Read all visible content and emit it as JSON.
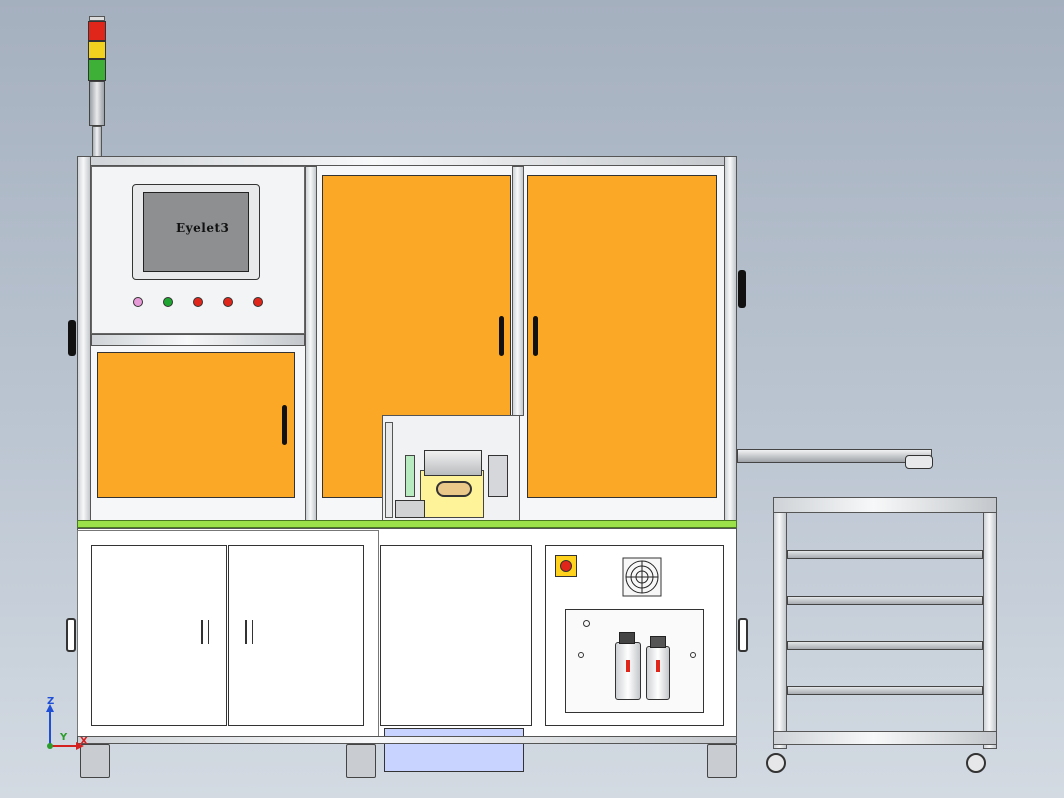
{
  "hmi": {
    "screen_text": "Eyelet3"
  },
  "signal_tower": {
    "lights": [
      {
        "name": "red",
        "color": "#e0261b"
      },
      {
        "name": "yellow",
        "color": "#f2d21e"
      },
      {
        "name": "green",
        "color": "#3fb037"
      }
    ]
  },
  "buttons": [
    {
      "name": "pink-button",
      "color": "#e79ad8"
    },
    {
      "name": "green-button",
      "color": "#1fa531"
    },
    {
      "name": "red-button",
      "color": "#e0261b"
    },
    {
      "name": "red-button",
      "color": "#e0261b"
    },
    {
      "name": "red-button",
      "color": "#e0261b"
    }
  ],
  "colors": {
    "door_orange": "#fba826",
    "frame": "#f3f4f5",
    "accent_green": "#9ce04a",
    "drawer_blue": "#c9d3ff"
  },
  "axes": {
    "z": "Z",
    "y": "Y",
    "x": "X"
  }
}
